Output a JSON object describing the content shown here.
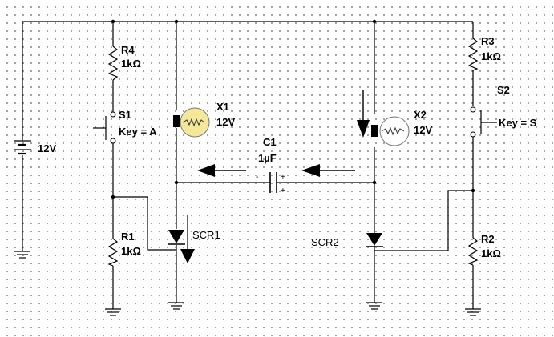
{
  "battery": {
    "voltage": "12V"
  },
  "resistors": [
    {
      "name": "R4",
      "value": "1kΩ"
    },
    {
      "name": "R1",
      "value": "1kΩ"
    },
    {
      "name": "R3",
      "value": "1kΩ"
    },
    {
      "name": "R2",
      "value": "1kΩ"
    }
  ],
  "switches": [
    {
      "name": "S1",
      "key": "Key = A"
    },
    {
      "name": "S2",
      "key": "Key = S"
    }
  ],
  "lamps": [
    {
      "name": "X1",
      "value": "12V",
      "state": "on",
      "color": "#f4e79a"
    },
    {
      "name": "X2",
      "value": "12V",
      "state": "off",
      "color": "#ffffff"
    }
  ],
  "capacitor": {
    "name": "C1",
    "value": "1µF",
    "minus": "-",
    "plus": "+"
  },
  "scrs": [
    {
      "name": "SCR1"
    },
    {
      "name": "SCR2"
    }
  ]
}
